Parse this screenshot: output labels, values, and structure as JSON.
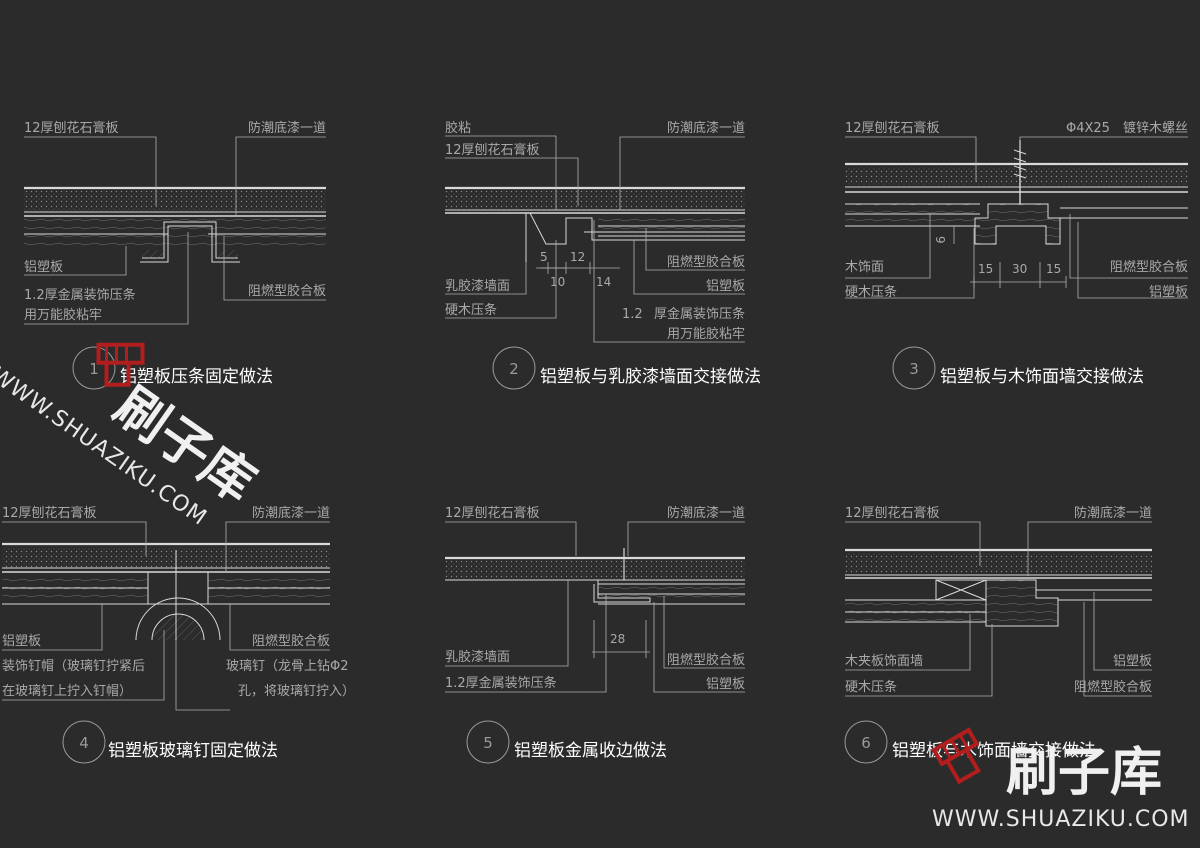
{
  "colors": {
    "background": "#2b2b2b",
    "line": "#d9d9d9",
    "text": "#a9a9a9",
    "caption": "#ffffff",
    "watermark_red": "#b21e1e"
  },
  "details": [
    {
      "number": "1",
      "caption": "铝塑板压条固定做法",
      "labels": [
        "12厚刨花石膏板",
        "防潮底漆一道",
        "铝塑板",
        "1.2厚金属装饰压条",
        "用万能胶粘牢",
        "阻燃型胶合板"
      ]
    },
    {
      "number": "2",
      "caption": "铝塑板与乳胶漆墙面交接做法",
      "labels": [
        "胶粘",
        "12厚刨花石膏板",
        "防潮底漆一道",
        "阻燃型胶合板",
        "铝塑板",
        "乳胶漆墙面",
        "硬木压条",
        "1.2",
        "厚金属装饰压条",
        "用万能胶粘牢"
      ],
      "dimensions": [
        "5",
        "12",
        "10",
        "14"
      ]
    },
    {
      "number": "3",
      "caption": "铝塑板与木饰面墙交接做法",
      "labels": [
        "12厚刨花石膏板",
        "Φ4X25",
        "镀锌木螺丝",
        "木饰面",
        "硬木压条",
        "阻燃型胶合板",
        "铝塑板"
      ],
      "dimensions": [
        "9",
        "15",
        "30",
        "15"
      ]
    },
    {
      "number": "4",
      "caption": "铝塑板玻璃钉固定做法",
      "labels": [
        "12厚刨花石膏板",
        "防潮底漆一道",
        "铝塑板",
        "装饰钉帽（玻璃钉拧紧后",
        "在玻璃钉上拧入钉帽）",
        "阻燃型胶合板",
        "玻璃钉（龙骨上钻Φ2",
        "孔，将玻璃钉拧入）"
      ]
    },
    {
      "number": "5",
      "caption": "铝塑板金属收边做法",
      "labels": [
        "12厚刨花石膏板",
        "防潮底漆一道",
        "乳胶漆墙面",
        "1.2厚金属装饰压条",
        "阻燃型胶合板",
        "铝塑板"
      ],
      "dimensions": [
        "28"
      ]
    },
    {
      "number": "6",
      "caption": "铝塑板与木饰面墙交接做法",
      "labels": [
        "12厚刨花石膏板",
        "防潮底漆一道",
        "木夹板饰面墙",
        "硬木压条",
        "铝塑板",
        "阻燃型胶合板"
      ]
    }
  ],
  "watermark": {
    "url": "WWW.SHUAZIKU.COM",
    "name": "刷子库",
    "icon": "paint-brush-icon"
  }
}
